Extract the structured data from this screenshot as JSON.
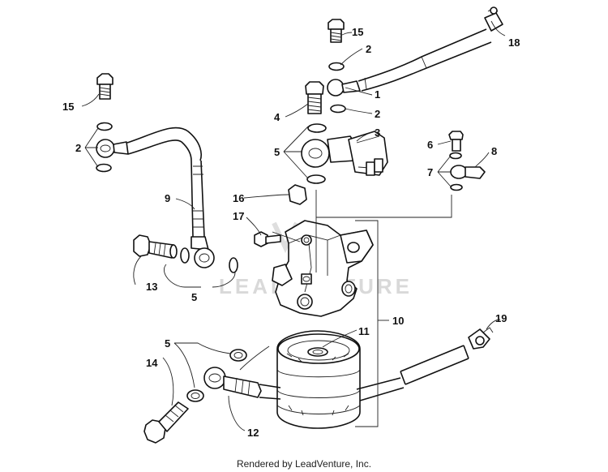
{
  "diagram": {
    "watermark": "LEADVENTURE",
    "footer": "Rendered by LeadVenture, Inc.",
    "callouts": [
      {
        "id": "c15a",
        "text": "15"
      },
      {
        "id": "c2a",
        "text": "2"
      },
      {
        "id": "c18",
        "text": "18"
      },
      {
        "id": "c1",
        "text": "1"
      },
      {
        "id": "c4",
        "text": "4"
      },
      {
        "id": "c2b",
        "text": "2"
      },
      {
        "id": "c3",
        "text": "3"
      },
      {
        "id": "c15b",
        "text": "15"
      },
      {
        "id": "c2c",
        "text": "2"
      },
      {
        "id": "c5a",
        "text": "5"
      },
      {
        "id": "c6",
        "text": "6"
      },
      {
        "id": "c8",
        "text": "8"
      },
      {
        "id": "c7",
        "text": "7"
      },
      {
        "id": "c9",
        "text": "9"
      },
      {
        "id": "c16",
        "text": "16"
      },
      {
        "id": "c17",
        "text": "17"
      },
      {
        "id": "c13",
        "text": "13"
      },
      {
        "id": "c5b",
        "text": "5"
      },
      {
        "id": "c10",
        "text": "10"
      },
      {
        "id": "c19",
        "text": "19"
      },
      {
        "id": "c5c",
        "text": "5"
      },
      {
        "id": "c11",
        "text": "11"
      },
      {
        "id": "c14",
        "text": "14"
      },
      {
        "id": "c12",
        "text": "12"
      }
    ]
  }
}
